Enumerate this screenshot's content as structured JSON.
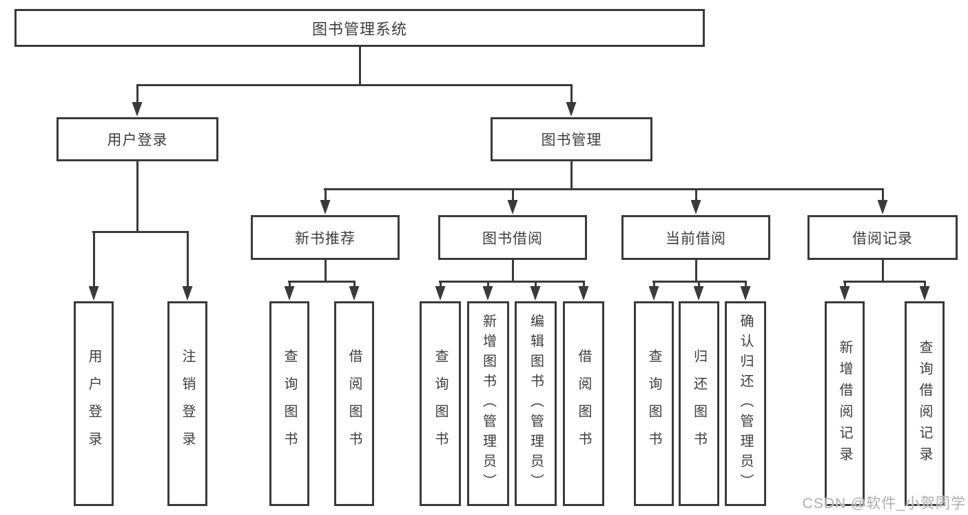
{
  "diagram": {
    "root": "图书管理系统",
    "branches": [
      {
        "label": "用户登录",
        "children": [
          "用户登录",
          "注销登录"
        ]
      },
      {
        "label": "图书管理",
        "groups": [
          {
            "label": "新书推荐",
            "children": [
              "查询图书",
              "借阅图书"
            ]
          },
          {
            "label": "图书借阅",
            "children": [
              "查询图书",
              "新增图书（管理员）",
              "编辑图书（管理员）",
              "借阅图书"
            ]
          },
          {
            "label": "当前借阅",
            "children": [
              "查询图书",
              "归还图书",
              "确认归还（管理员）"
            ]
          },
          {
            "label": "借阅记录",
            "children": [
              "新增借阅记录",
              "查询借阅记录"
            ]
          }
        ]
      }
    ],
    "watermark": "CSDN @软件_小贺同学",
    "colors": {
      "line": "#3a3a3a",
      "text": "#3d3d3d",
      "background": "#ffffff",
      "watermark": "#adadad"
    }
  }
}
